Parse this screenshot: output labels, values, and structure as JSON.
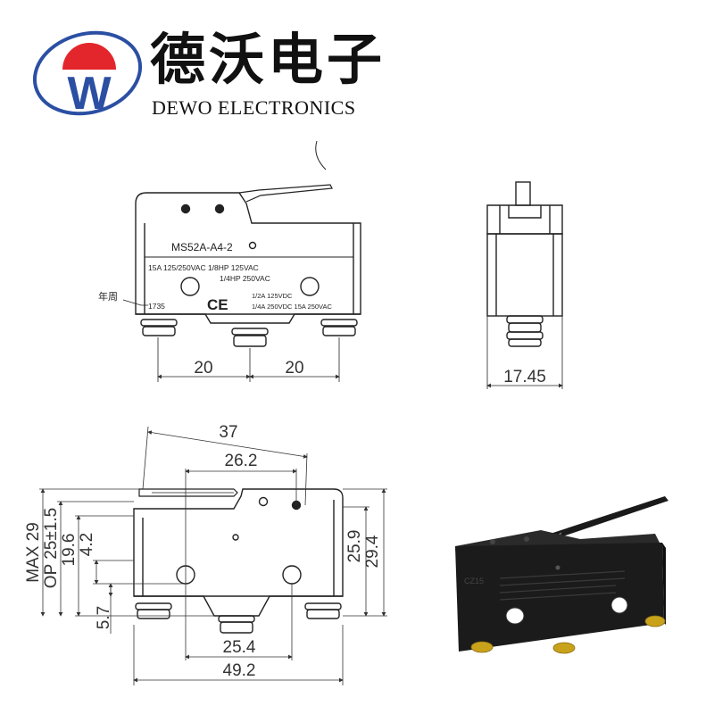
{
  "brand": {
    "name_cn": "德沃电子",
    "name_en": "DEWO ELECTRONICS",
    "logo_letter": "W",
    "colors": {
      "red": "#e3262b",
      "blue": "#2b4fa3"
    }
  },
  "front_view": {
    "model": "MS52A-A4-2",
    "rating_line1": "15A 125/250VAC  1/8HP 125VAC",
    "rating_line2": "1/4HP 250VAC",
    "rating_line3": "1/2A 125VDC",
    "rating_line4": "1/4A 250VDC 15A 250VAC",
    "date_label": "年周",
    "date_code": "1735",
    "ce_mark": "CE",
    "dim_left": "20",
    "dim_right": "20"
  },
  "side_view": {
    "width": "17.45"
  },
  "bottom_view": {
    "dim_37": "37",
    "dim_26_2": "26.2",
    "dim_max29": "MAX 29",
    "dim_op": "OP 25±1.5",
    "dim_19_6": "19.6",
    "dim_4_2": "4.2",
    "dim_5_7": "5.7",
    "dim_25_9": "25.9",
    "dim_29_4": "29.4",
    "dim_25_4": "25.4",
    "dim_49_2": "49.2"
  },
  "photo": {
    "label_code": "CZ15",
    "colors": {
      "body": "#1b1b1b",
      "terminal": "#c9a21c"
    }
  }
}
